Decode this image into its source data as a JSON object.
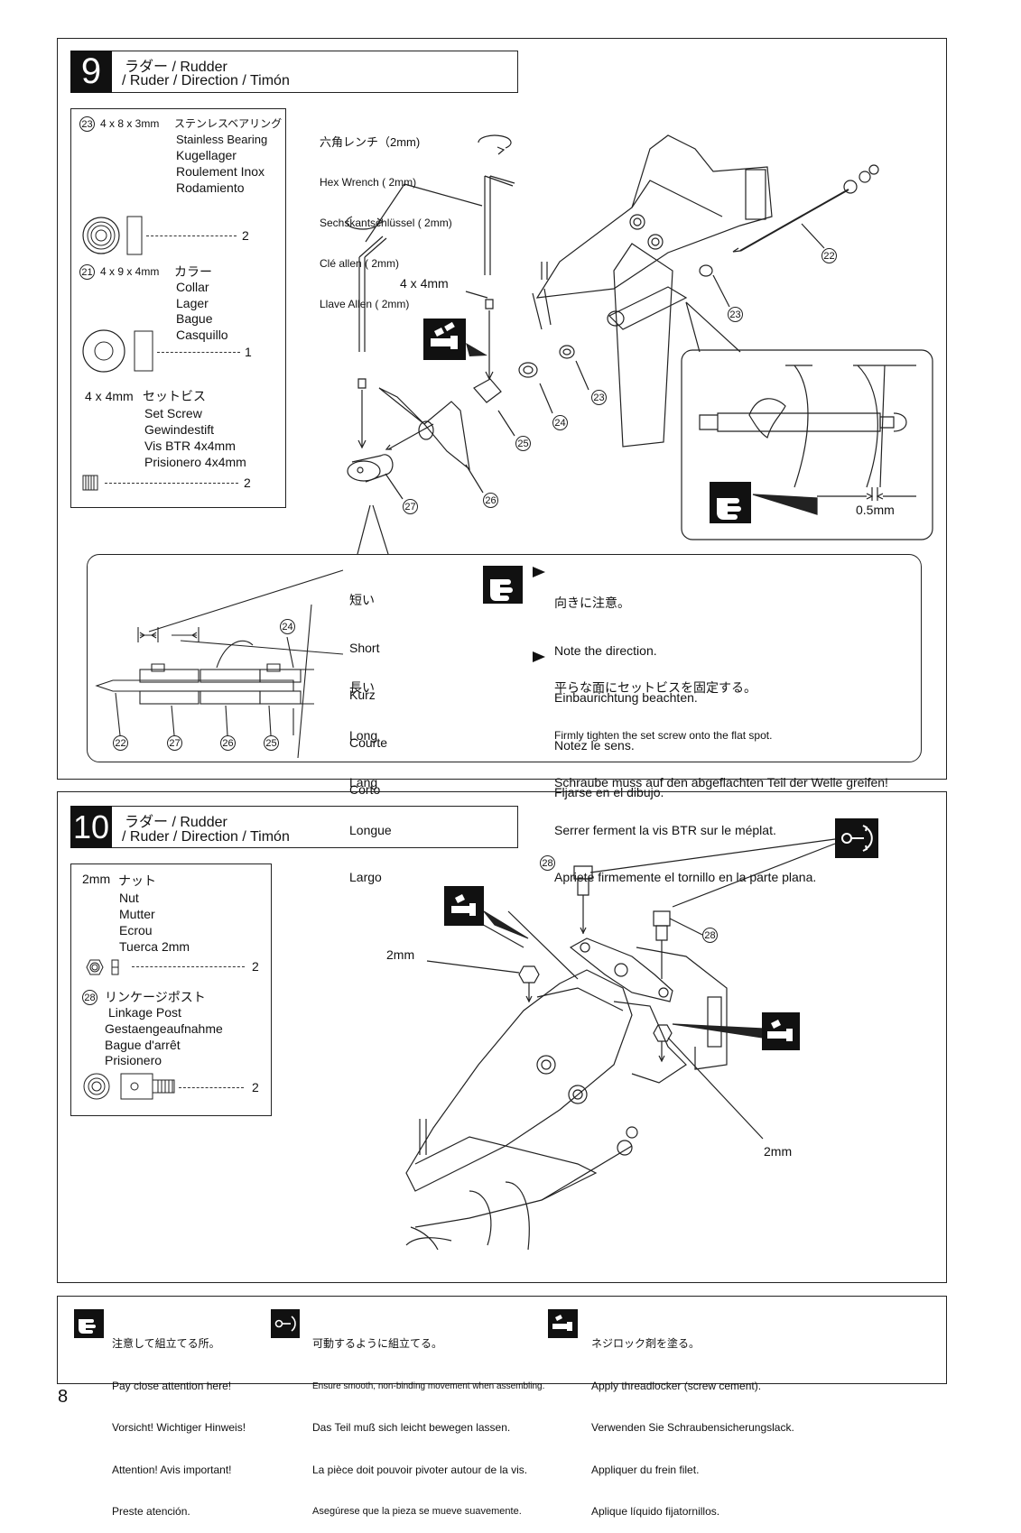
{
  "step9": {
    "number": "9",
    "title_line1": "ラダー / Rudder",
    "title_line2": "/ Ruder  / Direction  / Timón",
    "parts": [
      {
        "ref": "23",
        "size": "4 x 8 x 3mm",
        "names": [
          "ステンレスベアリング",
          "Stainless Bearing",
          "Kugellager",
          "Roulement Inox",
          "Rodamiento"
        ],
        "qty": "2"
      },
      {
        "ref": "21",
        "size": "4 x 9 x 4mm",
        "names": [
          "カラー",
          "Collar",
          "Lager",
          "Bague",
          "Casquillo"
        ],
        "qty": "1"
      },
      {
        "ref": "",
        "size": "4 x 4mm",
        "names": [
          "セットビス",
          "Set Screw",
          "Gewindestift",
          "Vis BTR 4x4mm",
          "Prisionero 4x4mm"
        ],
        "qty": "2"
      }
    ],
    "wrench_lines": [
      "六角レンチ（2mm)",
      "Hex Wrench ( 2mm)",
      "Sechskantschlüssel ( 2mm)",
      "Clé allen ( 2mm)",
      "Llave Allen ( 2mm)"
    ],
    "screw_label": "4 x 4mm",
    "callouts": [
      "22",
      "23",
      "23",
      "24",
      "25",
      "26",
      "27"
    ],
    "gap_label": "0.5mm",
    "short_lines": [
      "短い",
      "Short",
      "Kurz",
      "Courte",
      "Corto"
    ],
    "long_lines": [
      "長い",
      "Long",
      "Lang",
      "Longue",
      "Largo"
    ],
    "detail_callouts": [
      "24",
      "22",
      "27",
      "26",
      "25"
    ],
    "note1": [
      "向きに注意。",
      "Note the direction.",
      "Einbaurichtung beachten.",
      "Notez le sens.",
      "Fljarse en el dibujo."
    ],
    "note2": [
      "平らな面にセットビスを固定する。",
      "Firmly tighten the set screw onto the flat spot.",
      "Schraube muss auf den abgeflachten Teil der Welle greifen!",
      "Serrer ferment la vis BTR sur le méplat.",
      "Apriete firmemente el tornillo en la parte plana."
    ]
  },
  "step10": {
    "number": "10",
    "title_line1": "ラダー  / Rudder",
    "title_line2": "/ Ruder  / Direction  / Timón",
    "parts": [
      {
        "size": "2mm",
        "names": [
          "ナット",
          "Nut",
          "Mutter",
          "Ecrou",
          "Tuerca 2mm"
        ],
        "qty": "2"
      },
      {
        "ref": "28",
        "names": [
          "リンケージポスト",
          "Linkage Post",
          "Gestaengeaufnahme",
          "Bague d'arrêt",
          "Prisionero"
        ],
        "qty": "2"
      }
    ],
    "label_2mm_a": "2mm",
    "label_2mm_b": "2mm",
    "callout_28a": "28",
    "callout_28b": "28"
  },
  "legend": {
    "attention": [
      "注意して組立てる所。",
      "Pay close attention here!",
      "Vorsicht!  Wichtiger Hinweis!",
      "Attention! Avis important!",
      "Preste atención."
    ],
    "movement": [
      "可動するように組立てる。",
      "Ensure smooth, non-binding movement when assembling.",
      "Das Teil muß sich leicht bewegen lassen.",
      "La pièce doit pouvoir pivoter autour de la vis.",
      "Asegúrese que la pieza se mueve suavemente."
    ],
    "threadlock": [
      "ネジロック剤を塗る。",
      "Apply threadlocker (screw cement).",
      "Verwenden Sie Schraubensicherungslack.",
      "Appliquer du frein filet.",
      "Aplique líquido fijatornillos."
    ]
  },
  "page_number": "8"
}
